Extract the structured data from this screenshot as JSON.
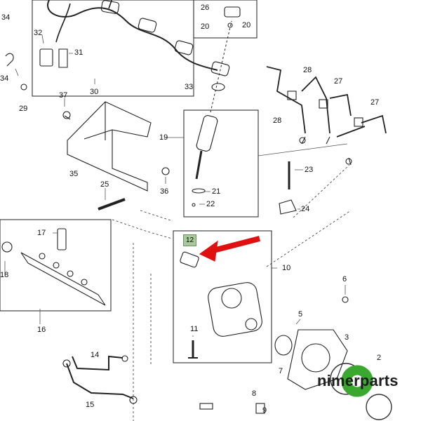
{
  "diagram": {
    "callouts": {
      "c34a": "34",
      "c26": "26",
      "c20a": "20",
      "c20b": "20",
      "c32": "32",
      "c31": "31",
      "c34b": "34",
      "c33": "33",
      "c29": "29",
      "c30": "30",
      "c37": "37",
      "c28a": "28",
      "c27a": "27",
      "c28b": "28",
      "c27b": "27",
      "c19": "19",
      "c35": "35",
      "c23": "23",
      "c25": "25",
      "c36": "36",
      "c21": "21",
      "c22": "22",
      "c24": "24",
      "c17": "17",
      "c12": "12",
      "c10": "10",
      "c18": "18",
      "c6": "6",
      "c16": "16",
      "c5": "5",
      "c11": "11",
      "c3": "3",
      "c2": "2",
      "c14": "14",
      "c7": "7",
      "c8": "8",
      "c9": "9",
      "c15": "15"
    },
    "highlight_color": "#a8c99a",
    "arrow_color": "#e01010",
    "brand_color": "#3aa82e"
  },
  "watermark": {
    "text": "nimerparts"
  }
}
